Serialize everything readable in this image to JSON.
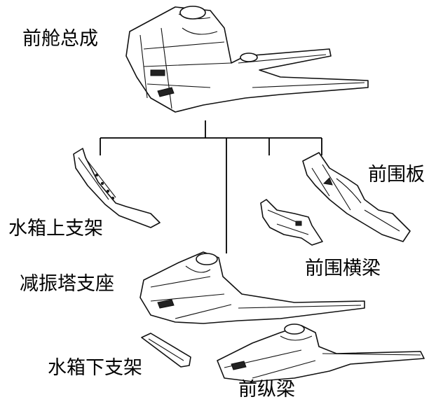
{
  "title": "前舱总成",
  "parts": [
    {
      "id": "radiator-upper-support",
      "label": "水箱上支架"
    },
    {
      "id": "shock-tower-mount",
      "label": "减振塔支座"
    },
    {
      "id": "radiator-lower-support",
      "label": "水箱下支架"
    },
    {
      "id": "front-rail",
      "label": "前纵梁"
    },
    {
      "id": "cowl-crossmember",
      "label": "前围横梁"
    },
    {
      "id": "dash-panel",
      "label": "前围板"
    }
  ]
}
